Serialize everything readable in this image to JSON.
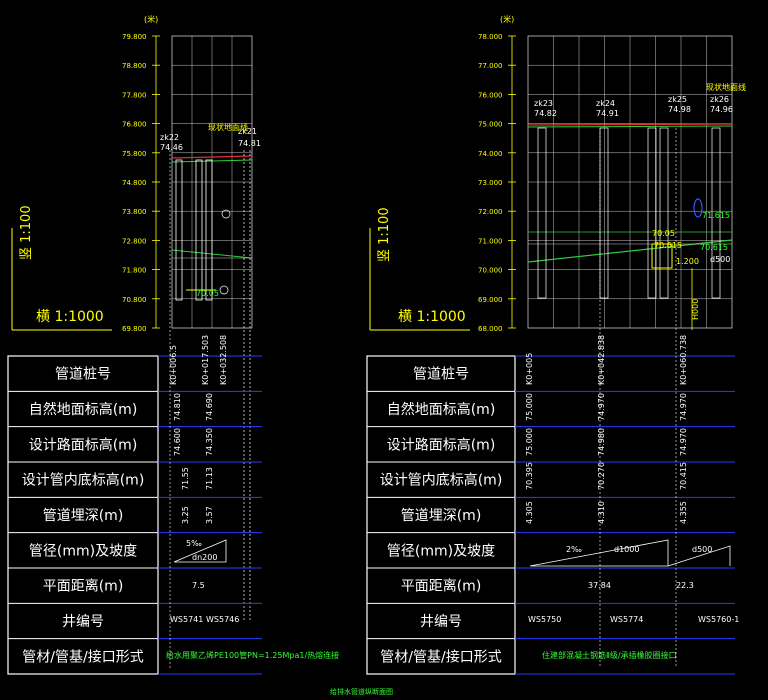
{
  "colors": {
    "background": "#000000",
    "grid": "#c8c8c8",
    "frame": "#ffffff",
    "elev_text": "#ffff00",
    "scale_text": "#ffff00",
    "table_line": "#ffffff",
    "table_hline": "#2a3cff",
    "pipe_green": "#2ecc40",
    "pipe_red": "#e03030",
    "label_green": "#33ff33",
    "label_yellow": "#ffff00",
    "title_green": "#33ff33",
    "ticket_blue": "#3355ff"
  },
  "left_panel": {
    "unit": "(米)",
    "vscale": "竖 1:100",
    "hscale": "横 1:1000",
    "elevations": [
      "79.800",
      "78.800",
      "77.800",
      "76.800",
      "75.800",
      "74.800",
      "73.800",
      "72.800",
      "71.800",
      "70.800",
      "69.800"
    ],
    "boreholes": [
      {
        "id": "zk22",
        "elev": "74.46"
      },
      {
        "id": "zk21",
        "elev": "74.81"
      }
    ],
    "ground_label": "现状地面线",
    "pipe_label": "70.05",
    "stations": [
      "K0+006.5",
      "K0+017.503",
      "K0+032.508"
    ],
    "ground_elev": [
      "74.810",
      "74.690"
    ],
    "design_elev": [
      "74.600",
      "74.350"
    ],
    "invert_elev": [
      "71.55",
      "71.13"
    ],
    "cover_depth": [
      "3.25",
      "3.57"
    ],
    "slope": "5‰",
    "diameter": "dn200",
    "distance": "7.5",
    "wells": [
      "WS5741",
      "WS5746"
    ],
    "material": "给水用聚乙烯PE100管PN=1.25Mpa1/热熔连接"
  },
  "right_panel": {
    "unit": "(米)",
    "vscale": "竖 1:100",
    "hscale": "横 1:1000",
    "elevations": [
      "78.000",
      "77.000",
      "76.000",
      "75.000",
      "74.000",
      "73.000",
      "72.000",
      "71.000",
      "70.000",
      "69.000",
      "68.000"
    ],
    "boreholes": [
      {
        "id": "zk23",
        "elev": "74.82"
      },
      {
        "id": "zk24",
        "elev": "74.91"
      },
      {
        "id": "zk25",
        "elev": "74.98"
      },
      {
        "id": "zk26",
        "elev": "74.96"
      }
    ],
    "ground_label": "现状地面线",
    "pipe_labels": [
      "71.615",
      "70.615",
      "70.615",
      "70.05",
      "1.200"
    ],
    "diameter_end": "d500",
    "depth_mark": "H000",
    "stations": [
      "K0+005",
      "K0+042.838",
      "K0+060.738"
    ],
    "ground_elev": [
      "75.000",
      "74.970",
      "74.970"
    ],
    "design_elev": [
      "75.000",
      "74.980",
      "74.970"
    ],
    "invert_elev": [
      "70.395",
      "70.270",
      "70.415"
    ],
    "cover_depth": [
      "4.305",
      "4.310",
      "4.355"
    ],
    "slope": "2‰",
    "diameter": "d1000",
    "diameter_right": "d500",
    "distances": [
      "37.84",
      "22.3"
    ],
    "wells": [
      "WS5750",
      "WS5774",
      "WS5760-1"
    ],
    "material": "住建部混凝土钢筋Ⅱ级/承插橡胶圈接口"
  },
  "table_labels": [
    "管道桩号",
    "自然地面标高(m)",
    "设计路面标高(m)",
    "设计管内底标高(m)",
    "管道埋深(m)",
    "管径(mm)及坡度",
    "平面距离(m)",
    "井编号",
    "管材/管基/接口形式"
  ],
  "right_table_labels": [
    "管道桩号",
    "自然地面标高(m)",
    "设计路面标高(m)",
    "设计管内底标高(m)",
    "管道埋深(m)",
    "管径(mm)及坡度",
    "平面距离(m)",
    "井编号",
    "管材/管基/接口形式"
  ],
  "footer_title": "给排水管道纵断面图"
}
